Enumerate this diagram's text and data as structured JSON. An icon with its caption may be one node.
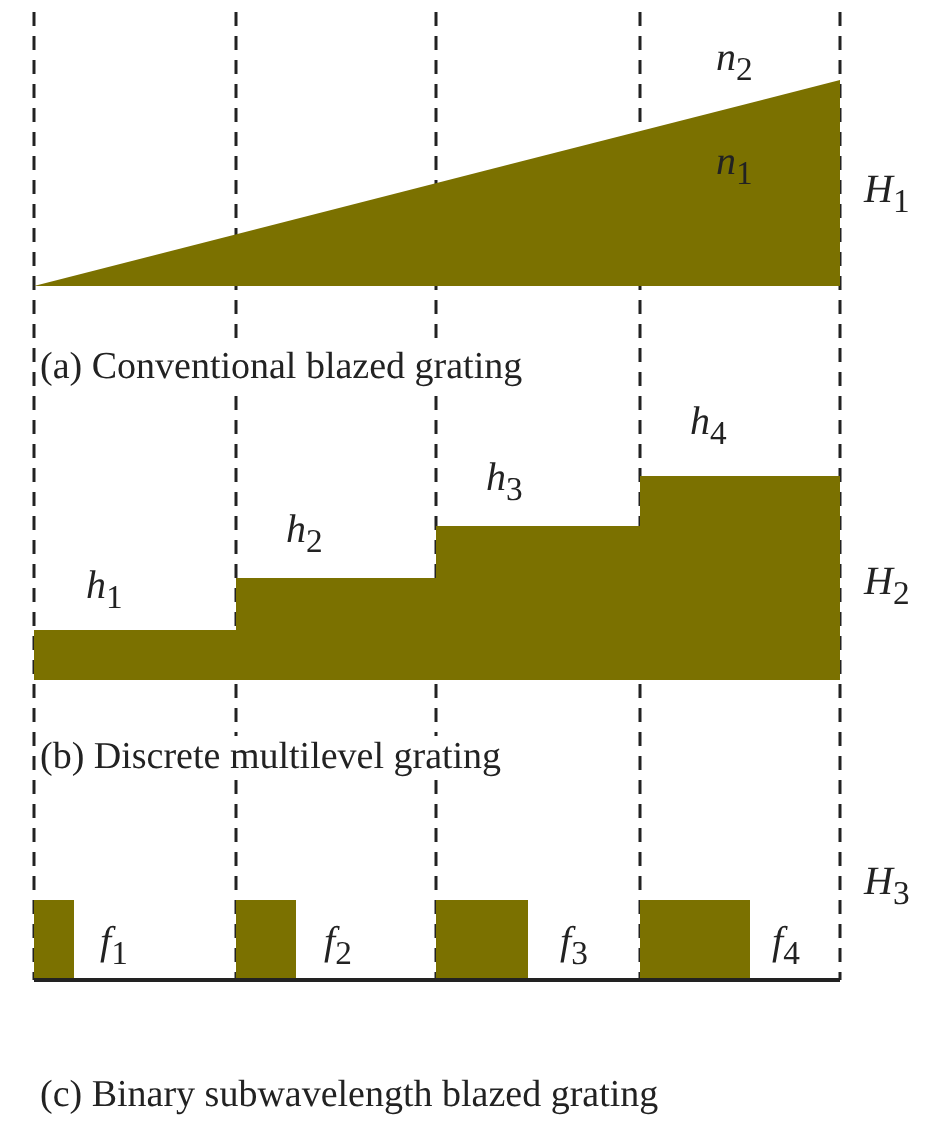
{
  "diagram": {
    "labels": [
      "*n*$_{2}$",
      "*n*$_{1}$",
      "*H*$_{1}$",
      "(a) Conventional blazed grating",
      "*h*$_{4}$",
      "*h*$_{3}$",
      "*h*$_{2}$",
      "*h*$_{1}$",
      "*H*$_{2}$",
      "(b) Discrete multilevel grating",
      "*H*$_{3}$",
      "*f*$_{1}$",
      "*f*$_{2}$",
      "*f*$_{3}$",
      "*f*$_{4}$",
      "(c) Binary subwavelength blazed grating"
    ]
  }
}
